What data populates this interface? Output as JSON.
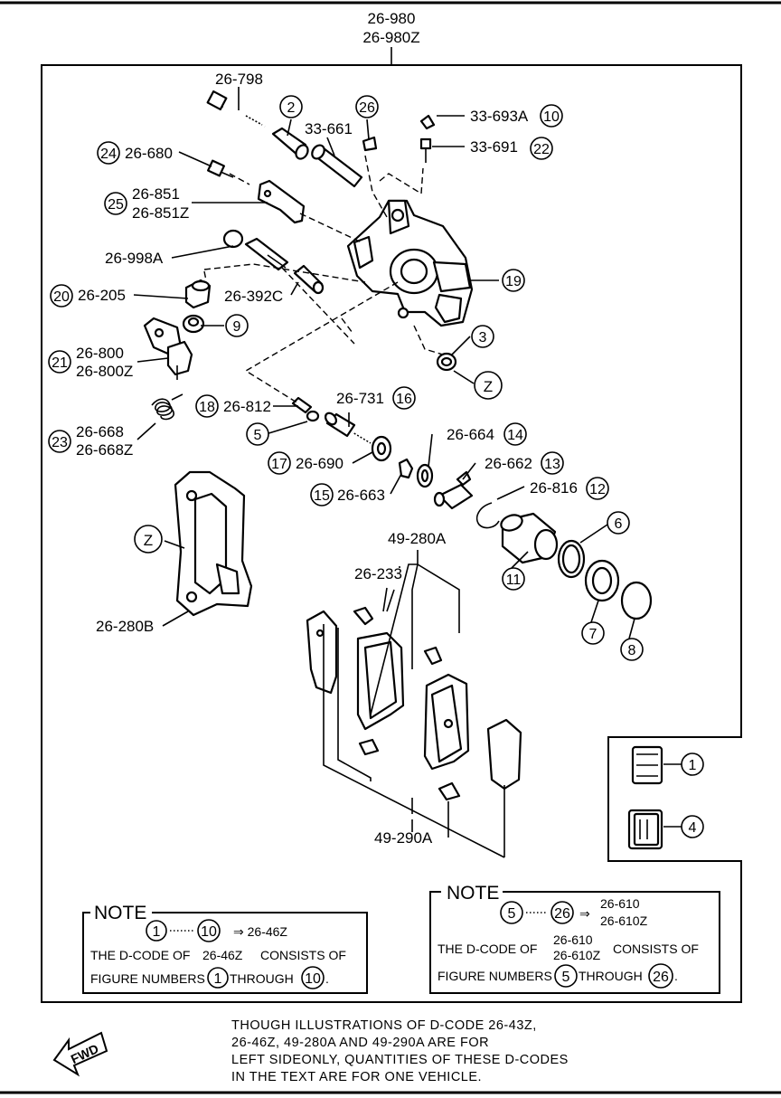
{
  "assembly": {
    "code1": "26-980",
    "code2": "26-980Z"
  },
  "labels": {
    "bolt": "26-798",
    "n2": "2",
    "n26": "26",
    "pin": "33-661",
    "cap": "33-693A",
    "n10": "10",
    "bleeder": "33-691",
    "n22": "22",
    "n24": "24",
    "bolt2": "26-680",
    "n25": "25",
    "bracket1": "26-851",
    "bracket2": "26-851Z",
    "bolt3": "26-998A",
    "n19": "19",
    "n20": "20",
    "sleeve": "26-205",
    "pin2": "26-392C",
    "n9": "9",
    "n21": "21",
    "lever1": "26-800",
    "lever2": "26-800Z",
    "n3": "3",
    "z1": "Z",
    "n18": "18",
    "pin3": "26-812",
    "shaft": "26-731",
    "n16": "16",
    "n23": "23",
    "spring1": "26-668",
    "spring2": "26-668Z",
    "n5": "5",
    "washer": "26-664",
    "n14": "14",
    "n17": "17",
    "ring": "26-690",
    "adj": "26-662",
    "n13": "13",
    "n15": "15",
    "nut": "26-663",
    "snap": "26-816",
    "n12": "12",
    "z2": "Z",
    "n6": "6",
    "padkit": "49-280A",
    "n11": "11",
    "clip": "26-233",
    "carrier": "26-280B",
    "n7": "7",
    "n8": "8",
    "shimkit": "49-290A",
    "n1": "1",
    "n4": "4"
  },
  "note_left": {
    "title": "NOTE",
    "from": "1",
    "to": "10",
    "arrow_text": "⇒ 26-46Z",
    "line1a": "THE D-CODE OF",
    "line1b": "26-46Z",
    "line1c": "CONSISTS OF",
    "line2a": "FIGURE NUMBERS",
    "num_a": "1",
    "through": "THROUGH",
    "num_b": "10",
    "end": "."
  },
  "note_right": {
    "title": "NOTE",
    "from": "5",
    "to": "26",
    "arrow": "⇒",
    "code1": "26-610",
    "code2": "26-610Z",
    "line1a": "THE D-CODE OF",
    "line1b1": "26-610",
    "line1b2": "26-610Z",
    "line1c": "CONSISTS OF",
    "line2a": "FIGURE NUMBERS",
    "num_a": "5",
    "through": "THROUGH",
    "num_b": "26",
    "end": "."
  },
  "footer": {
    "line1": "THOUGH ILLUSTRATIONS OF D-CODE 26-43Z,",
    "line2": "26-46Z, 49-280A AND 49-290A ARE FOR",
    "line3": "LEFT SIDEONLY, QUANTITIES OF THESE D-CODES",
    "line4": "IN THE TEXT ARE FOR ONE VEHICLE.",
    "fwd": "FWD"
  }
}
